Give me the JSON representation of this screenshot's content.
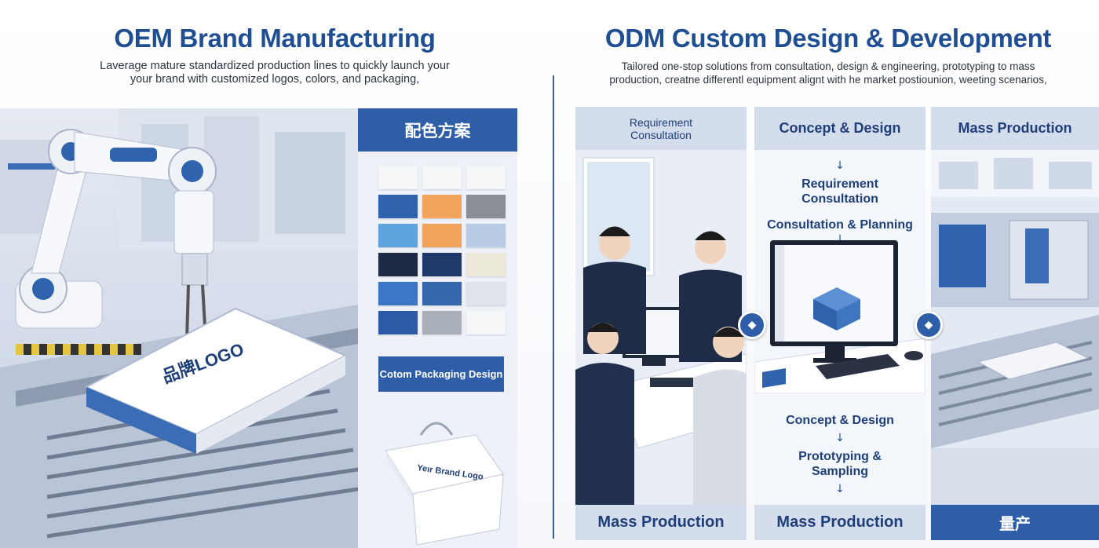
{
  "oem": {
    "title": "OEM Brand Manufacturing",
    "description_line1": "Laverage mature standardized production lines to quickly launch your",
    "description_line2": "your brand with customized logos, colors, and packaging,",
    "product_logo_text": "品牌LOGO",
    "color_panel_title": "配色方案",
    "swatch_colors": [
      "#f5f6f8",
      "#f5f6f8",
      "#f5f6f8",
      "#2f63ad",
      "#f2a55a",
      "#8a8f96",
      "#5da3dc",
      "#f2a55a",
      "#b8cce6",
      "#1d2a44",
      "#1f3a6a",
      "#ece8da",
      "#3a78c7",
      "#3567ad",
      "#dfe3ea",
      "#2d5aa6",
      "#a9b0ba",
      "#f5f6f8"
    ],
    "packaging_label": "Cotom Packaging Design",
    "bag_text": "Yeır Brand Logo"
  },
  "odm": {
    "title": "ODM Custom Design & Development",
    "description_line1": "Tailored one-stop solutions from consultation, design & engineering, prototyping to mass",
    "description_line2": "production, creatne differentl equipment alignt with he market postiounion, weeting scenarios,",
    "card1": {
      "header": "Requirement Consultation",
      "footer": "Mass Production"
    },
    "card2": {
      "header": "Concept & Design",
      "top_step1": "Requirement Consultation",
      "top_step2": "Consultation & Planning",
      "bottom_step1": "Concept & Design",
      "bottom_step2": "Prototyping & Sampling",
      "footer": "Mass Production"
    },
    "card3": {
      "header": "Mass Production",
      "footer": "量产"
    },
    "arrow_glyph": "↓",
    "connector_glyph": "◆"
  },
  "colors": {
    "primary_blue": "#2f5ea8",
    "dark_blue": "#1f4f92",
    "light_panel": "#eef2f8"
  }
}
